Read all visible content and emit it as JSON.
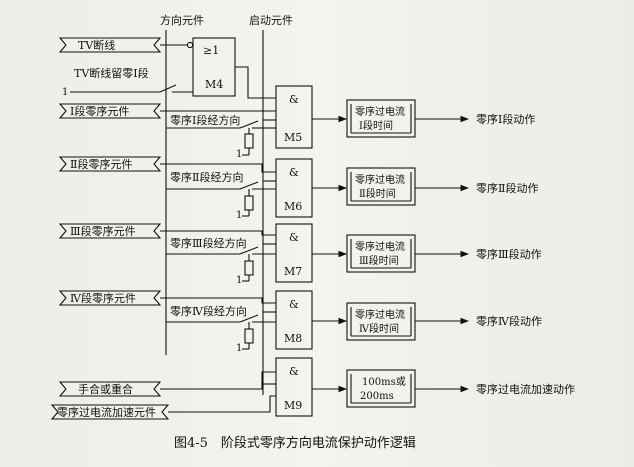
{
  "header": {
    "direction_element": "方向元件",
    "start_element": "启动元件"
  },
  "inputs": {
    "tv_break": "TV断线",
    "tv_keep_zero_1": "TV断线留零Ⅰ段",
    "zone1_element": "Ⅰ段零序元件",
    "zone2_element": "Ⅱ段零序元件",
    "zone3_element": "Ⅲ段零序元件",
    "zone4_element": "Ⅳ段零序元件",
    "manual_reclose": "手合或重合",
    "accel_element": "零序过电流加速元件"
  },
  "constant_one": "1",
  "direction_labels": {
    "d1": "零序Ⅰ段经方向",
    "d2": "零序Ⅱ段经方向",
    "d3": "零序Ⅲ段经方向",
    "d4": "零序Ⅳ段经方向"
  },
  "gates": {
    "or_symbol": "≥1",
    "and_symbol": "&",
    "m4": "M4",
    "m5": "M5",
    "m6": "M6",
    "m7": "M7",
    "m8": "M8",
    "m9": "M9"
  },
  "timers": {
    "t1_line1": "零序过电流",
    "t1_line2": "Ⅰ段时间",
    "t2_line1": "零序过电流",
    "t2_line2": "Ⅱ段时间",
    "t3_line1": "零序过电流",
    "t3_line2": "Ⅲ段时间",
    "t4_line1": "零序过电流",
    "t4_line2": "Ⅳ段时间",
    "t5_line1": "100ms或",
    "t5_line2": "200ms"
  },
  "outputs": {
    "o1": "零序Ⅰ段动作",
    "o2": "零序Ⅱ段动作",
    "o3": "零序Ⅲ段动作",
    "o4": "零序Ⅳ段动作",
    "o5": "零序过电流加速动作"
  },
  "caption": "图4-5　阶段式零序方向电流保护动作逻辑"
}
